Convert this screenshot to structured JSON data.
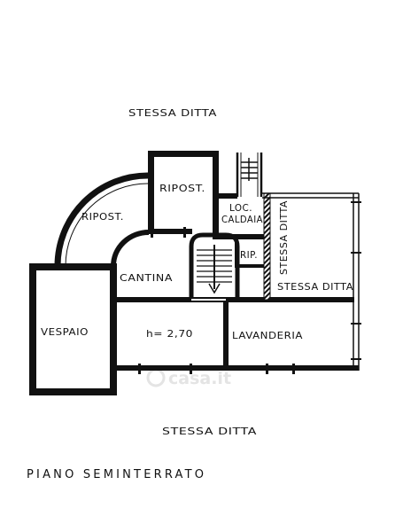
{
  "plan": {
    "labels": {
      "neighbor_top": "STESSA DITTA",
      "storage_top": "RIPOST.",
      "storage_curved": "RIPOST.",
      "boiler_room_line1": "LOC.",
      "boiler_room_line2": "CALDAIA",
      "neighbor_vertical": "STESSA DITTA",
      "closet": "RIP.",
      "cellar": "CANTINA",
      "neighbor_right": "STESSA DITTA",
      "crawl_space": "VESPAIO",
      "ceiling_height": "h= 2,70",
      "laundry": "LAVANDERIA",
      "neighbor_bottom": "STESSA DITTA"
    },
    "floor_name": "PIANO SEMINTERRATO"
  },
  "watermark": "casa.it",
  "colors": {
    "ink": "#111111",
    "background": "#ffffff",
    "watermark": "#e4e4e4"
  }
}
